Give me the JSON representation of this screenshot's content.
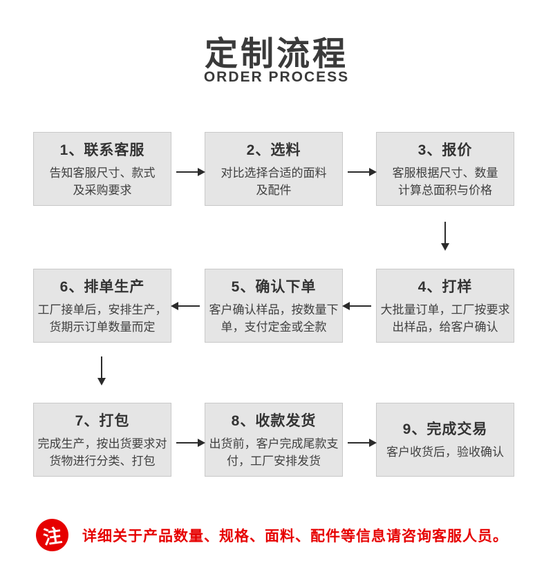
{
  "page": {
    "title": "定制流程",
    "subtitle": "ORDER PROCESS"
  },
  "steps": [
    {
      "title": "1、联系客服",
      "lines": [
        "告知客服尺寸、款式",
        "及采购要求"
      ]
    },
    {
      "title": "2、选料",
      "lines": [
        "对比选择合适的面料",
        "及配件"
      ]
    },
    {
      "title": "3、报价",
      "lines": [
        "客服根据尺寸、数量",
        "计算总面积与价格"
      ]
    },
    {
      "title": "4、打样",
      "lines": [
        "大批量订单，工厂按要求",
        "出样品，给客户确认"
      ]
    },
    {
      "title": "5、确认下单",
      "lines": [
        "客户确认样品，按数量下",
        "单，支付定金或全款"
      ]
    },
    {
      "title": "6、排单生产",
      "lines": [
        "工厂接单后，安排生产，",
        "货期示订单数量而定"
      ]
    },
    {
      "title": "7、打包",
      "lines": [
        "完成生产，按出货要求对",
        "货物进行分类、打包"
      ]
    },
    {
      "title": "8、收款发货",
      "lines": [
        "出货前，客户完成尾款支",
        "付，工厂安排发货"
      ]
    },
    {
      "title": "9、完成交易",
      "lines": [
        "客户收货后，验收确认"
      ]
    }
  ],
  "note": {
    "badge": "注",
    "text": "详细关于产品数量、规格、面料、配件等信息请咨询客服人员。"
  },
  "colors": {
    "accent_red": "#e60000",
    "box_bg": "#e5e5e5",
    "box_border": "#c8c8c8",
    "text_dark": "#3a3a3a",
    "arrow": "#2b2b2b"
  }
}
